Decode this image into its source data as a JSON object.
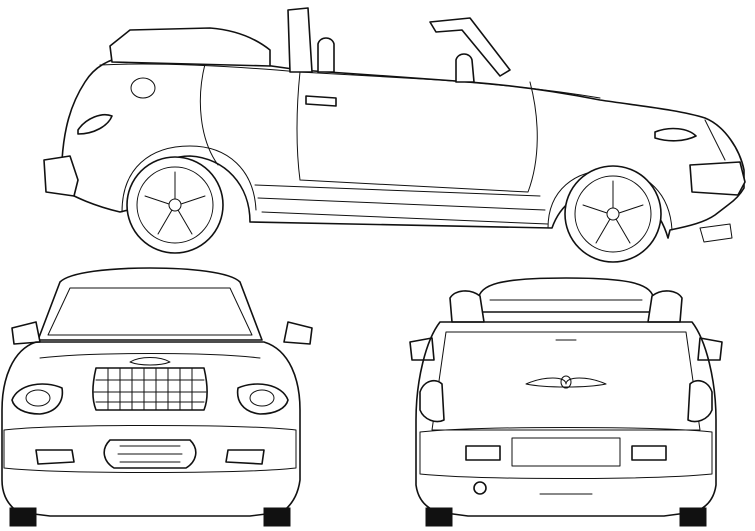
{
  "blueprint": {
    "views": [
      {
        "id": "side",
        "label": ""
      },
      {
        "id": "front",
        "label": ""
      },
      {
        "id": "rear",
        "label": ""
      }
    ]
  }
}
